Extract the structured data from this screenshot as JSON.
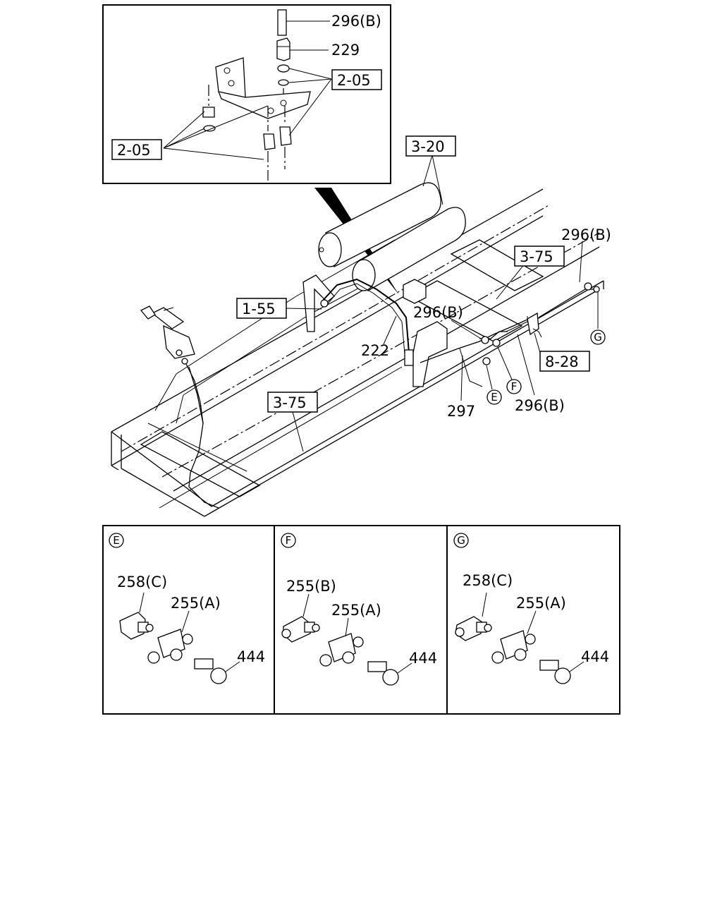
{
  "inset_top": {
    "callouts": {
      "hose_296b": "296(B)",
      "connector_229": "229",
      "ref_right": "2-05",
      "ref_left": "2-05"
    }
  },
  "main_view": {
    "callouts": {
      "tanks_ref": "3-20",
      "frame_ref_upper": "3-75",
      "hose_right": "296(B)",
      "ref_left": "1-55",
      "hose_middle": "296(B)",
      "pipe_222": "222",
      "bracket_ref": "8-28",
      "frame_ref_lower": "3-75",
      "hose_297": "297",
      "hose_lower": "296(B)"
    },
    "markers": {
      "e": "E",
      "f": "F",
      "g": "G"
    }
  },
  "detail_panels": [
    {
      "marker": "E",
      "labels": {
        "fitting": "258(C)",
        "tee": "255(A)",
        "bolt": "444"
      }
    },
    {
      "marker": "F",
      "labels": {
        "fitting": "255(B)",
        "tee": "255(A)",
        "bolt": "444"
      }
    },
    {
      "marker": "G",
      "labels": {
        "fitting": "258(C)",
        "tee": "255(A)",
        "bolt": "444"
      }
    }
  ]
}
